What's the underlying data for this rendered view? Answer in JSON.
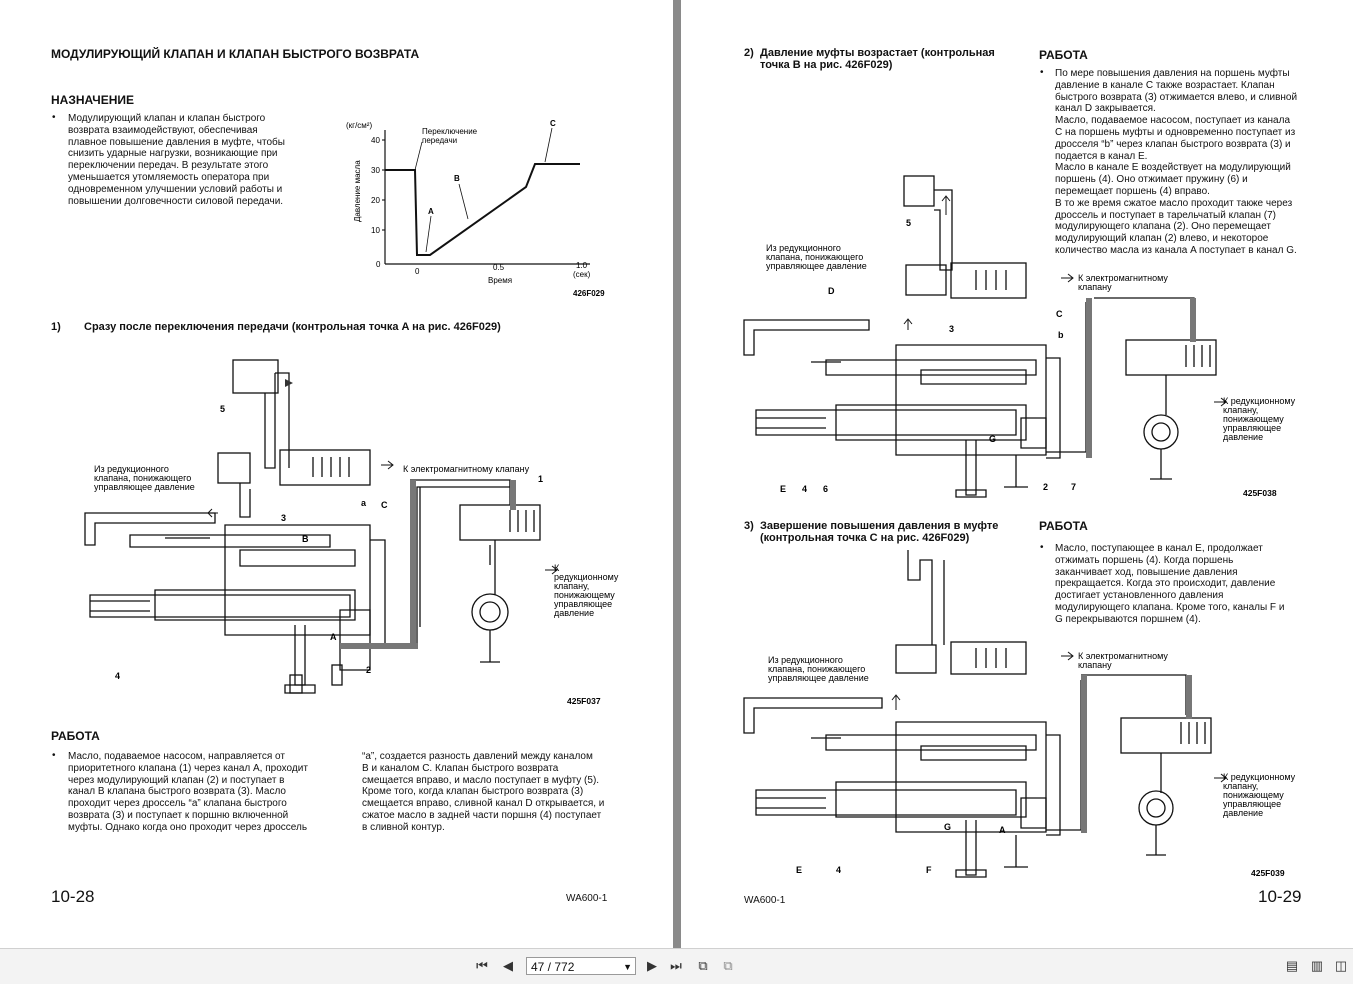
{
  "left": {
    "title": "МОДУЛИРУЮЩИЙ КЛАПАН И КЛАПАН БЫСТРОГО ВОЗВРАТА",
    "purpose_heading": "НАЗНАЧЕНИЕ",
    "purpose_lines": [
      "Модулирующий клапан и клапан быстрого",
      "возврата взаимодействуют, обеспечивая",
      "плавное повышение давления в муфте, чтобы",
      "снизить ударные нагрузки, возникающие при",
      "переключении передач. В результате этого",
      "уменьшается утомляемость оператора при",
      "одновременном улучшении условий работы и",
      "повышении долговечности силовой передачи."
    ],
    "graph": {
      "yunit": "(кг/см²)",
      "ylabel": "Давление масла",
      "xlabel": "Время",
      "xunit": "(сек)",
      "yticks": [
        "40",
        "30",
        "20",
        "10",
        "0"
      ],
      "xticks": [
        "0",
        "0.5",
        "1.0"
      ],
      "annot_shift_1": "Переключение",
      "annot_shift_2": "передачи",
      "pt_a": "A",
      "pt_b": "B",
      "pt_c": "C",
      "code": "426F029"
    },
    "sec1_num": "1)",
    "sec1_title": "Сразу после переключения передачи (контрольная точка A на рис. 426F029)",
    "fig1": {
      "src1": "Из редукционного",
      "src2": "клапана, понижающего",
      "src3": "управляющее давление",
      "to_sol": "К электромагнитному клапану",
      "to_red1": "К",
      "to_red2": "редукционному",
      "to_red3": "клапану,",
      "to_red4": "понижающему",
      "to_red5": "управляющее",
      "to_red6": "давление",
      "n5": "5",
      "n3": "3",
      "na": "a",
      "nC": "C",
      "nB": "B",
      "n1": "1",
      "n4": "4",
      "nA": "A",
      "n2": "2",
      "code": "425F037"
    },
    "work_heading": "РАБОТА",
    "work_col1": [
      "Масло, подаваемое насосом, направляется от",
      "приоритетного клапана (1) через канал A, проходит",
      "через модулирующий клапан (2) и поступает в",
      "канал B клапана быстрого возврата (3). Масло",
      "проходит через дроссель “a” клапана быстрого",
      "возврата (3) и поступает к поршню включенной",
      "муфты. Однако когда оно проходит через дроссель"
    ],
    "work_col2": [
      "“a”, создается разность давлений между каналом",
      "B и каналом C. Клапан быстрого возврата",
      "смещается вправо, и масло поступает в муфту (5).",
      "Кроме того, когда клапан быстрого возврата (3)",
      "смещается вправо, сливной канал D открывается, и",
      "сжатое масло в задней части поршня (4) поступает",
      "в сливной контур."
    ],
    "page_num": "10-28",
    "model": "WA600-1"
  },
  "right": {
    "sec2_num": "2)",
    "sec2_title_1": "Давление муфты возрастает (контрольная",
    "sec2_title_2": "точка B на рис. 426F029)",
    "work2_heading": "РАБОТА",
    "work2_lines": [
      "По мере повышения давления на поршень муфты",
      "давление в канале C также возрастает. Клапан",
      "быстрого возврата (3) отжимается влево, и сливной",
      "канал D закрывается.",
      "Масло, подаваемое насосом, поступает из канала",
      "C на поршень муфты и одновременно поступает из",
      "дросселя “b” через клапан быстрого возврата (3) и",
      "подается в канал E.",
      "Масло в канале E воздействует на модулирующий",
      "поршень (4). Оно отжимает пружину (6) и",
      "перемещает поршень (4) вправо.",
      "В то же время сжатое масло проходит также через",
      "дроссель и поступает в тарельчатый клапан (7)",
      "модулирующего клапана (2). Оно перемещает",
      "модулирующий клапан (2) влево, и некоторое",
      "количество масла из канала A поступает в канал G."
    ],
    "fig2": {
      "src1": "Из редукционного",
      "src2": "клапана, понижающего",
      "src3": "управляющее давление",
      "to_sol1": "К электромагнитному",
      "to_sol2": "клапану",
      "to_red1": "К редукционному",
      "to_red2": "клапану,",
      "to_red3": "понижающему",
      "to_red4": "управляющее",
      "to_red5": "давление",
      "n5": "5",
      "nD": "D",
      "n3": "3",
      "nC": "C",
      "nb": "b",
      "nE": "E",
      "n4": "4",
      "n6": "6",
      "nG": "G",
      "n2": "2",
      "n7": "7",
      "code": "425F038"
    },
    "sec3_num": "3)",
    "sec3_title_1": "Завершение повышения давления в муфте",
    "sec3_title_2": "(контрольная точка C на рис. 426F029)",
    "work3_heading": "РАБОТА",
    "work3_lines": [
      "Масло, поступающее в канал E, продолжает",
      "отжимать поршень (4). Когда поршень",
      "заканчивает ход, повышение давления",
      "прекращается. Когда это происходит, давление",
      "достигает установленного давления",
      "модулирующего клапана. Кроме того, каналы F и",
      "G перекрываются поршнем (4)."
    ],
    "fig3": {
      "src1": "Из редукционного",
      "src2": "клапана, понижающего",
      "src3": "управляющее давление",
      "to_sol1": "К электромагнитному",
      "to_sol2": "клапану",
      "to_red1": "К редукционному",
      "to_red2": "клапану,",
      "to_red3": "понижающему",
      "to_red4": "управляющее",
      "to_red5": "давление",
      "nE": "E",
      "n4": "4",
      "nG": "G",
      "nF": "F",
      "nA": "A",
      "code": "425F039"
    },
    "model": "WA600-1",
    "page_num": "10-29"
  },
  "toolbar": {
    "page_field": "47 / 772",
    "first_icon": "first-page-icon",
    "prev_icon": "prev-page-icon",
    "next_icon": "next-page-icon",
    "last_icon": "last-page-icon"
  }
}
